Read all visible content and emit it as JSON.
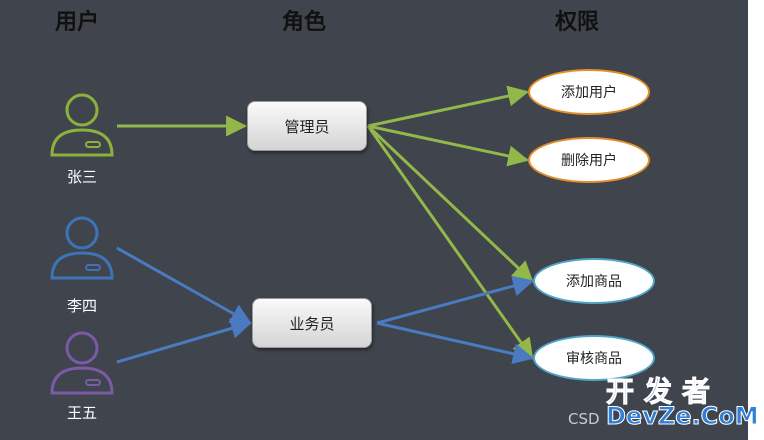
{
  "headers": {
    "users": "用户",
    "roles": "角色",
    "permissions": "权限"
  },
  "users": [
    {
      "name": "张三",
      "color": "#8ab23c"
    },
    {
      "name": "李四",
      "color": "#3f73b8"
    },
    {
      "name": "王五",
      "color": "#7b5aa8"
    }
  ],
  "roles": [
    {
      "label": "管理员"
    },
    {
      "label": "业务员"
    }
  ],
  "permissions": [
    {
      "label": "添加用户",
      "border_color": "#e58f2b"
    },
    {
      "label": "删除用户",
      "border_color": "#e58f2b"
    },
    {
      "label": "添加商品",
      "border_color": "#4fa6c9"
    },
    {
      "label": "审核商品",
      "border_color": "#4fa6c9"
    }
  ],
  "edges": [
    {
      "from": "张三",
      "to": "管理员",
      "color": "#93b84a"
    },
    {
      "from": "李四",
      "to": "业务员",
      "color": "#4a7bc0"
    },
    {
      "from": "王五",
      "to": "业务员",
      "color": "#4a7bc0"
    },
    {
      "from": "管理员",
      "to": "添加用户",
      "color": "#93b84a"
    },
    {
      "from": "管理员",
      "to": "删除用户",
      "color": "#93b84a"
    },
    {
      "from": "管理员",
      "to": "添加商品",
      "color": "#93b84a"
    },
    {
      "from": "管理员",
      "to": "审核商品",
      "color": "#93b84a"
    },
    {
      "from": "业务员",
      "to": "添加商品",
      "color": "#4a7bc0"
    },
    {
      "from": "业务员",
      "to": "审核商品",
      "color": "#4a7bc0"
    }
  ],
  "watermark": {
    "cn": "开发者",
    "en": "DevZe.CoM",
    "csdn": "CSD"
  }
}
